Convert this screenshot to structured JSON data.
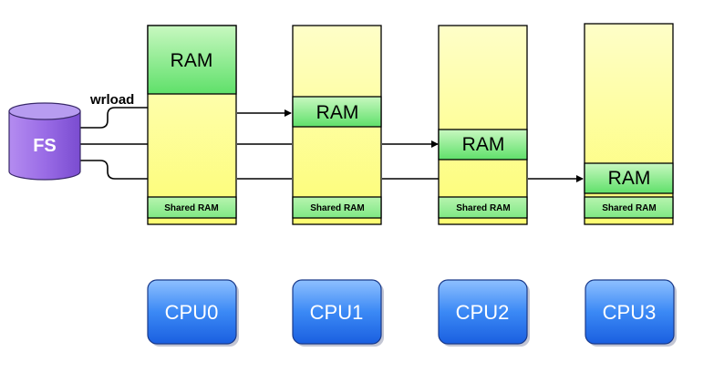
{
  "filesystem": {
    "label": "FS"
  },
  "load_label": "wrload",
  "memory_blocks": [
    {
      "ram_label": "RAM",
      "shared_label": "Shared RAM"
    },
    {
      "ram_label": "RAM",
      "shared_label": "Shared RAM"
    },
    {
      "ram_label": "RAM",
      "shared_label": "Shared RAM"
    },
    {
      "ram_label": "RAM",
      "shared_label": "Shared RAM"
    }
  ],
  "cpus": [
    {
      "label": "CPU0"
    },
    {
      "label": "CPU1"
    },
    {
      "label": "CPU2"
    },
    {
      "label": "CPU3"
    }
  ],
  "colors": {
    "memory_fill": "#fefe9a",
    "ram_fill": "#9af09a",
    "cpu_fill": "#2f7ef2",
    "fs_fill": "#9970e0",
    "line": "#000000"
  }
}
